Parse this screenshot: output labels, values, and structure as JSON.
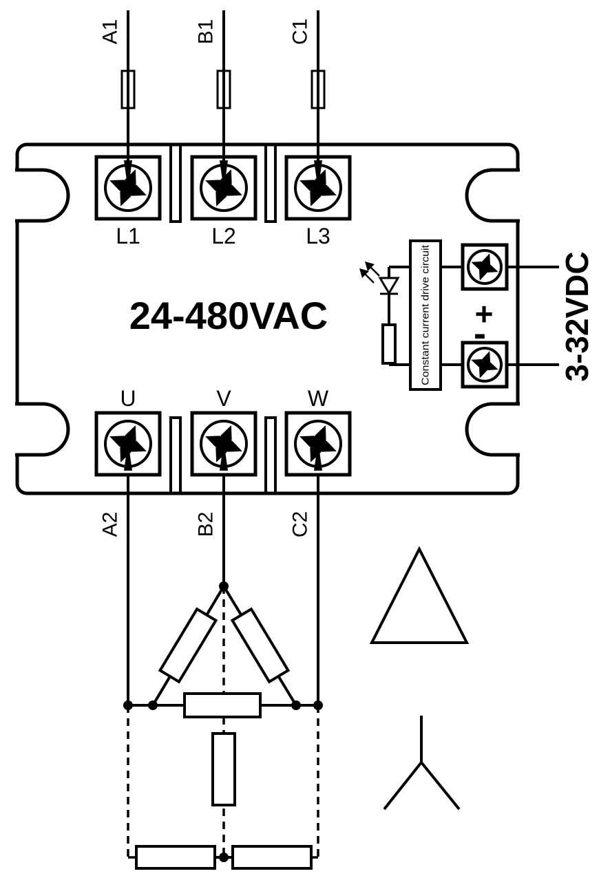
{
  "diagram": {
    "device": {
      "voltage_rating": "24-480VAC",
      "control_voltage": "3-32VDC",
      "drive_circuit_label": "Constant current drive circuit",
      "polarity": {
        "plus": "+",
        "minus": "-"
      }
    },
    "input_lines": {
      "a1": "A1",
      "b1": "B1",
      "c1": "C1"
    },
    "line_terminals": {
      "l1": "L1",
      "l2": "L2",
      "l3": "L3"
    },
    "load_terminals": {
      "u": "U",
      "v": "V",
      "w": "W"
    },
    "output_lines": {
      "a2": "A2",
      "b2": "B2",
      "c2": "C2"
    },
    "colors": {
      "line": "#000000",
      "background": "#ffffff"
    }
  }
}
